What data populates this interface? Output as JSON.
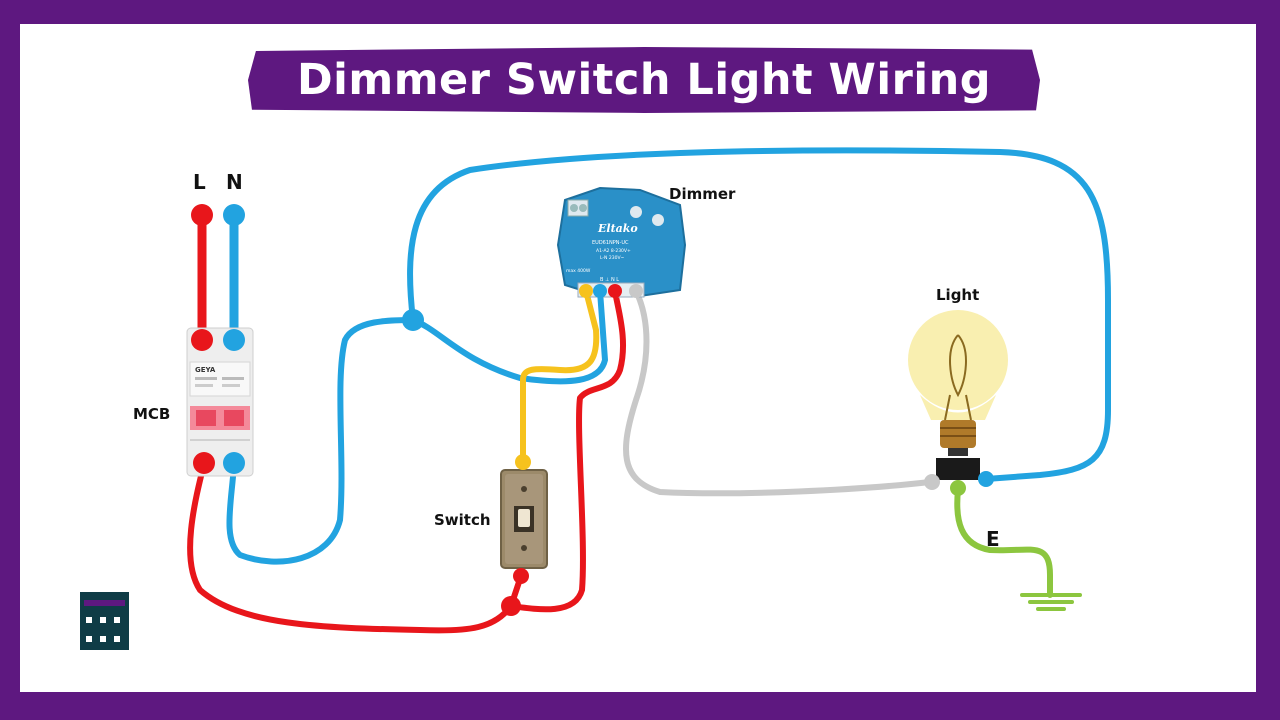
{
  "title": "Dimmer Switch Light Wiring",
  "labels": {
    "line": "L",
    "neutral": "N",
    "mcb": "MCB",
    "dimmer": "Dimmer",
    "switch": "Switch",
    "light": "Light",
    "earth": "E"
  },
  "dimmer_device": {
    "brand": "Eltako",
    "model": "EUD61NPN-UC",
    "line1": "A1-A2 8-230V+",
    "line2": "L-N 230V~",
    "max": "max 400W",
    "terminals": "B  ⊥  N  L"
  },
  "mcb_device": {
    "brand": "GEYA"
  },
  "colors": {
    "frame": "#5e1880",
    "live": "#e8161b",
    "neutral": "#22a3e0",
    "switched": "#f6c21d",
    "lamp_feed": "#c8c8c8",
    "earth": "#8cc63f",
    "dimmer_body": "#2a90c8"
  }
}
